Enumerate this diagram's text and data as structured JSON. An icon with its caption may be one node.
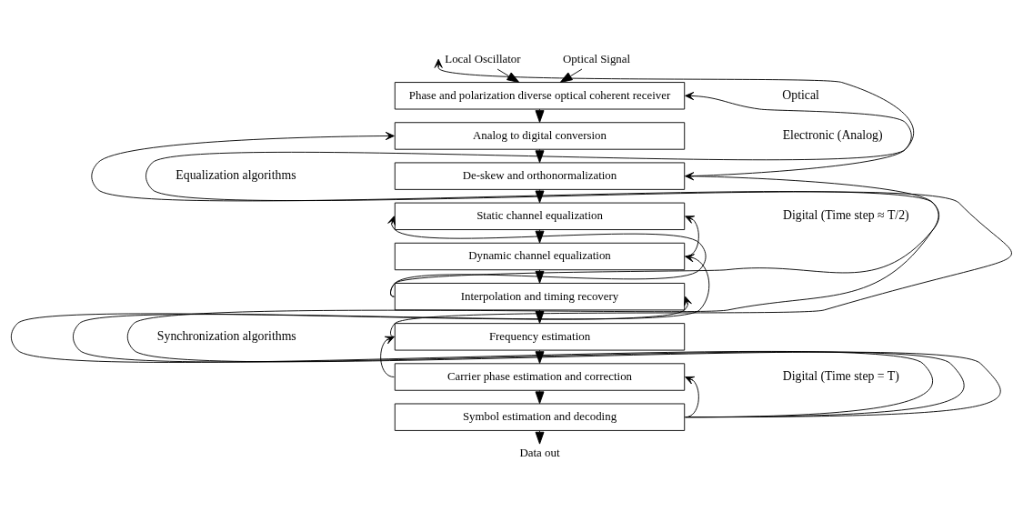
{
  "diagram": {
    "nodes": [
      {
        "text": [
          "Local Oscillator"
        ]
      },
      {
        "text": [
          "Optical Signal"
        ]
      },
      {
        "text": [
          "Phase and polarization diverse optical coherent receiver"
        ]
      },
      {
        "text": [
          "Analog to digital conversion"
        ]
      },
      {
        "text": [
          "De-skew and orthonormalization"
        ]
      },
      {
        "text": [
          "Static channel equalization"
        ]
      },
      {
        "text": [
          "Dynamic channel equalization"
        ]
      },
      {
        "text": [
          "Interpolation and timing recovery"
        ]
      },
      {
        "text": [
          "Frequency estimation"
        ]
      },
      {
        "text": [
          "Carrier phase estimation and correction"
        ]
      },
      {
        "text": [
          "Symbol estimation and decoding"
        ]
      },
      {
        "text": [
          "Data out"
        ]
      }
    ],
    "edges": [
      {
        "from": 0,
        "to": 2,
        "arrow": "to"
      },
      {
        "from": 1,
        "to": 2,
        "arrow": "to"
      },
      {
        "from": 2,
        "to": 3,
        "arrow": "to"
      },
      {
        "from": 3,
        "to": 4,
        "arrow": "to"
      },
      {
        "from": 4,
        "to": 5,
        "arrow": "to"
      },
      {
        "from": 5,
        "to": 6,
        "arrow": "to"
      },
      {
        "from": 6,
        "to": 7,
        "arrow": "to"
      },
      {
        "from": 7,
        "to": 8,
        "arrow": "to"
      },
      {
        "from": 8,
        "to": 9,
        "arrow": "to"
      },
      {
        "from": 9,
        "to": 10,
        "arrow": "to"
      },
      {
        "from": 10,
        "to": 11,
        "arrow": "to"
      },
      {
        "from": 8,
        "to": 0,
        "arrow": "to"
      },
      {
        "from": 7,
        "to": 3,
        "arrow": "to"
      },
      {
        "from": 7,
        "to": 5,
        "arrow": "to"
      },
      {
        "from": 9,
        "to": 8,
        "arrow": "to"
      },
      {
        "from": 4,
        "to": 2,
        "arrow": "to"
      },
      {
        "from": 6,
        "to": 5,
        "arrow": "to"
      },
      {
        "from": 10,
        "to": 4,
        "arrow": "to"
      },
      {
        "from": 10,
        "to": 6,
        "arrow": "to"
      },
      {
        "from": 10,
        "to": 7,
        "arrow": "to"
      },
      {
        "from": 10,
        "to": 9,
        "arrow": "to"
      }
    ],
    "labels": [
      "Optical",
      "Electronic (Analog)",
      "Equalization algorithms",
      "Digital (Time step ≈ T/2)",
      "Synchronization algorithms",
      "Digital (Time step = T)"
    ]
  }
}
